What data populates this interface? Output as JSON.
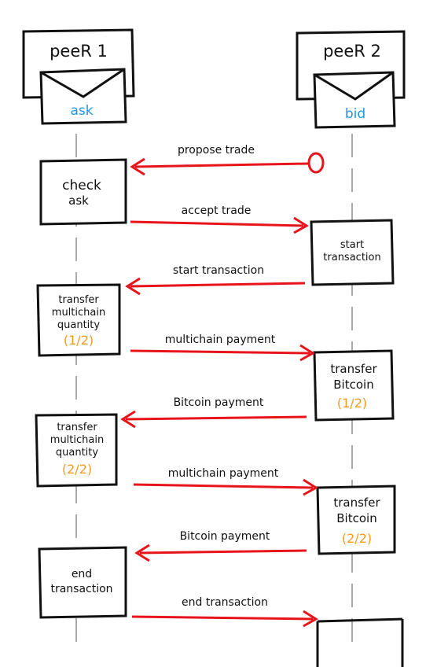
{
  "colors": {
    "ink": "#111111",
    "arrow": "#e8141b",
    "tag": "#1a9ae0",
    "fraction": "#f29b1d",
    "lifeline": "#aaaaaa"
  },
  "peers": {
    "left": {
      "name": "peeR 1",
      "tag": "ask",
      "icon": "envelope-icon"
    },
    "right": {
      "name": "peeR 2",
      "tag": "bid",
      "icon": "envelope-icon"
    }
  },
  "left_boxes": [
    {
      "lines": [
        "check",
        "ask"
      ],
      "fraction": ""
    },
    {
      "lines": [
        "transfer",
        "multichain",
        "quantity"
      ],
      "fraction": "(1/2)"
    },
    {
      "lines": [
        "transfer",
        "multichain",
        "quantity"
      ],
      "fraction": "(2/2)"
    },
    {
      "lines": [
        "end",
        "transaction"
      ],
      "fraction": ""
    }
  ],
  "right_boxes": [
    {
      "lines": [
        "start",
        "transaction"
      ],
      "fraction": ""
    },
    {
      "lines": [
        "transfer",
        "Bitcoin"
      ],
      "fraction": "(1/2)"
    },
    {
      "lines": [
        "transfer",
        "Bitcoin"
      ],
      "fraction": "(2/2)"
    },
    {
      "lines": [],
      "fraction": ""
    }
  ],
  "messages": [
    {
      "label": "propose trade",
      "direction": "to-left"
    },
    {
      "label": "accept trade",
      "direction": "to-right"
    },
    {
      "label": "start transaction",
      "direction": "to-left"
    },
    {
      "label": "multichain payment",
      "direction": "to-right"
    },
    {
      "label": "Bitcoin payment",
      "direction": "to-left"
    },
    {
      "label": "multichain payment",
      "direction": "to-right"
    },
    {
      "label": "Bitcoin payment",
      "direction": "to-left"
    },
    {
      "label": "end transaction",
      "direction": "to-right"
    }
  ]
}
